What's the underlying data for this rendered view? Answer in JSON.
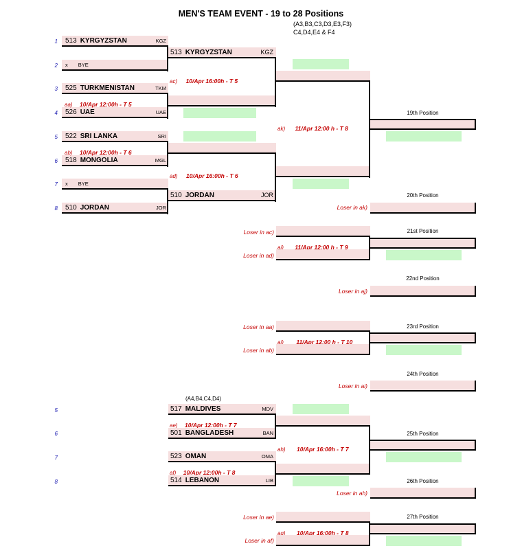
{
  "title": "MEN'S TEAM EVENT - 19 to 28 Positions",
  "subtitle": [
    "(A3,B3,C3,D3,E3,F3)",
    "C4,D4,E4 & F4"
  ],
  "group2_note": "(A4,B4,C4,D4)",
  "seeds": [
    "1",
    "2",
    "3",
    "4",
    "5",
    "6",
    "7",
    "8"
  ],
  "round1": [
    {
      "num": "513",
      "name": "KYRGYZSTAN",
      "code": "KGZ"
    },
    {
      "num": "x",
      "name": "BYE",
      "code": ""
    },
    {
      "num": "525",
      "name": "TURKMENISTAN",
      "code": "TKM"
    },
    {
      "num": "526",
      "name": "UAE",
      "code": "UAE"
    },
    {
      "num": "522",
      "name": "SRI LANKA",
      "code": "SRI"
    },
    {
      "num": "518",
      "name": "MONGOLIA",
      "code": "MGL"
    },
    {
      "num": "x",
      "name": "BYE",
      "code": ""
    },
    {
      "num": "510",
      "name": "JORDAN",
      "code": "JOR"
    }
  ],
  "round1_matches": [
    {
      "label": "aa)",
      "time": "10/Apr 12:00h - T 5"
    },
    {
      "label": "ab)",
      "time": "10/Apr 12:00h - T 6"
    }
  ],
  "round2": [
    {
      "num": "513",
      "name": "KYRGYZSTAN",
      "code": "KGZ"
    },
    {
      "num": "510",
      "name": "JORDAN",
      "code": "JOR"
    }
  ],
  "round2_matches": [
    {
      "label": "ac)",
      "time": "10/Apr 16:00h - T 5"
    },
    {
      "label": "ad)",
      "time": "10/Apr 16:00h - T 6"
    }
  ],
  "final_match": {
    "label": "ak)",
    "time": "11/Apr 12:00 h - T 8"
  },
  "positions": {
    "p19": "19th Position",
    "p20": "20th Position",
    "p21": "21st Position",
    "p22": "22nd Position",
    "p23": "23rd Position",
    "p24": "24th Position",
    "p25": "25th Position",
    "p26": "26th Position",
    "p27": "27th Position"
  },
  "losers": {
    "ak": "Loser in ak)",
    "ac": "Loser in ac)",
    "ad": "Loser in ad)",
    "aj": "Loser in aj)",
    "aa": "Loser in aa)",
    "ab": "Loser in ab)",
    "ai": "Loser in ai)",
    "ah": "Loser in ah)",
    "ae": "Loser in ae)",
    "af": "Loser in af)"
  },
  "match_aj": {
    "label": "aj)",
    "time": "11/Apr 12:00 h - T 9"
  },
  "match_ai": {
    "label": "ai)",
    "time": "11/Apr 12:00 h - T 10"
  },
  "group2_seeds": [
    "5",
    "6",
    "7",
    "8"
  ],
  "group2": [
    {
      "num": "517",
      "name": "MALDIVES",
      "code": "MDV"
    },
    {
      "num": "501",
      "name": "BANGLADESH",
      "code": "BAN"
    },
    {
      "num": "523",
      "name": "OMAN",
      "code": "OMA"
    },
    {
      "num": "514",
      "name": "LEBANON",
      "code": "LIB"
    }
  ],
  "group2_matches": [
    {
      "label": "ae)",
      "time": "10/Apr 12:00h - T 7"
    },
    {
      "label": "af)",
      "time": "10/Apr 12:00h - T 8"
    }
  ],
  "match_ah": {
    "label": "ah)",
    "time": "10/Apr 16:00h - T 7"
  },
  "match_ag": {
    "label": "ag)",
    "time": "10/Apr 16:00h - T 8"
  }
}
